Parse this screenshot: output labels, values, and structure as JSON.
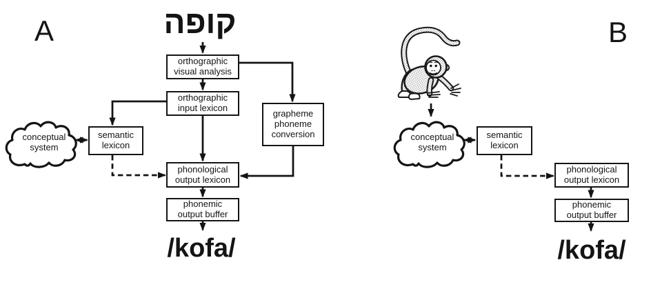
{
  "figure": {
    "background": "#ffffff",
    "ink_color": "#141414",
    "description": "two-panel lexical processing flow diagram"
  },
  "panel_a": {
    "label": "A",
    "stimulus_word": "קופה",
    "output_word": "/kofa/",
    "cloud_label": "conceptual\nsystem",
    "boxes": {
      "orthographic_visual_analysis": "orthographic\nvisual analysis",
      "orthographic_input_lexicon": "orthographic\ninput lexicon",
      "grapheme_phoneme_conversion": "grapheme\nphoneme\nconversion",
      "semantic_lexicon": "semantic\nlexicon",
      "phonological_output_lexicon": "phonological\noutput lexicon",
      "phonemic_output_buffer": "phonemic\noutput buffer"
    }
  },
  "panel_b": {
    "label": "B",
    "stimulus_image": "monkey-drawing",
    "output_word": "/kofa/",
    "cloud_label": "conceptual\nsystem",
    "boxes": {
      "semantic_lexicon": "semantic\nlexicon",
      "phonological_output_lexicon": "phonological\noutput lexicon",
      "phonemic_output_buffer": "phonemic\noutput buffer"
    }
  }
}
